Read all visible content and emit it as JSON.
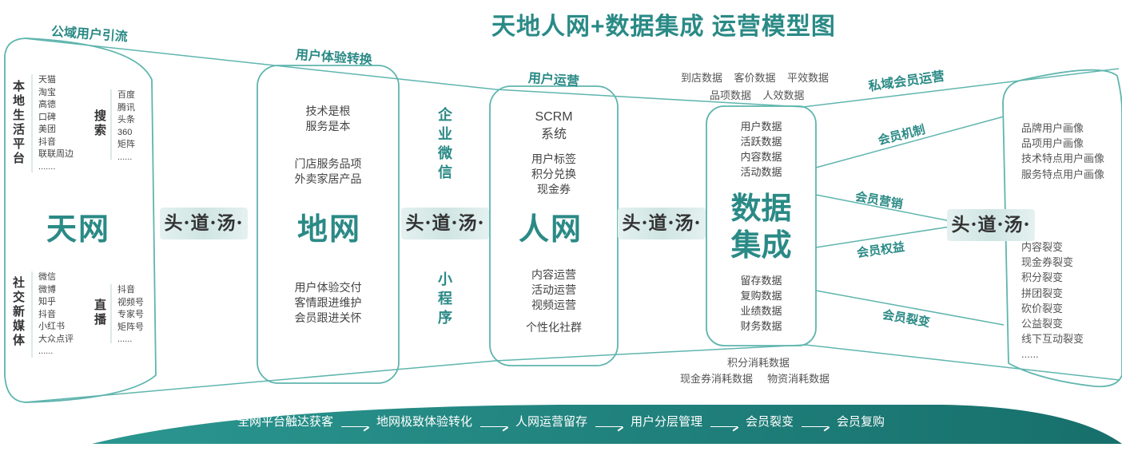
{
  "title": "天地人网+数据集成  运营模型图",
  "flow_labels": {
    "public_traffic": "公域用户引流",
    "experience_conversion": "用户体验转换",
    "user_operation": "用户运营",
    "private_member": "私域会员运营"
  },
  "tian": {
    "name": "天网",
    "local_life_label": "本地生活平台",
    "local_life_items": [
      "天猫",
      "淘宝",
      "高德",
      "口碑",
      "美团",
      "抖音",
      "联联周边",
      "......."
    ],
    "search_label": "搜索",
    "search_items": [
      "百度",
      "腾讯",
      "头条",
      "360",
      "矩阵",
      "......"
    ],
    "social_label": "社交新媒体",
    "social_items": [
      "微信",
      "微博",
      "知乎",
      "抖音",
      "小红书",
      "大众点评",
      "......"
    ],
    "live_label": "直播",
    "live_items": [
      "抖音",
      "视频号",
      "专家号",
      "矩阵号",
      "......"
    ]
  },
  "connector_text": "头·道·汤·",
  "di": {
    "name": "地网",
    "top_items": [
      "技术是根",
      "服务是本"
    ],
    "mid_items": [
      "门店服务品项",
      "外卖家居产品"
    ],
    "bottom_items": [
      "用户体验交付",
      "客情跟进维护",
      "会员跟进关怀"
    ]
  },
  "wecom_label": "企业微信",
  "mini_program_label": "小程序",
  "ren": {
    "name": "人网",
    "system": [
      "SCRM",
      "系统"
    ],
    "top_items": [
      "用户标签",
      "积分兑换",
      "现金券"
    ],
    "bottom_items": [
      "内容运营",
      "活动运营",
      "视频运营"
    ],
    "community": "个性化社群"
  },
  "data": {
    "name_line1": "数据",
    "name_line2": "集成",
    "above_row1": [
      "到店数据",
      "客价数据",
      "平效数据"
    ],
    "above_row2": [
      "品项数据",
      "人效数据"
    ],
    "top_items": [
      "用户数据",
      "活跃数据",
      "内容数据",
      "活动数据"
    ],
    "bottom_items": [
      "留存数据",
      "复购数据",
      "业绩数据",
      "财务数据"
    ],
    "below_row1": [
      "积分消耗数据"
    ],
    "below_row2": [
      "现金券消耗数据",
      "物资消耗数据"
    ]
  },
  "member_labels": {
    "mechanism": "会员机制",
    "marketing": "会员营销",
    "rights": "会员权益",
    "fission": "会员裂变"
  },
  "right": {
    "portrait_items": [
      "品牌用户画像",
      "品项用户画像",
      "技术特点用户画像",
      "服务特点用户画像"
    ],
    "fission_items": [
      "内容裂变",
      "现金券裂变",
      "积分裂变",
      "拼团裂变",
      "砍价裂变",
      "公益裂变",
      "线下互动裂变",
      "......"
    ]
  },
  "bottom_steps": [
    "全网平台触达获客",
    "地网极致体验转化",
    "人网运营留存",
    "用户分层管理",
    "会员裂变",
    "会员复购"
  ],
  "colors": {
    "teal": "#2a8a86",
    "line": "#5fb5ae",
    "band": "#1f8580"
  }
}
